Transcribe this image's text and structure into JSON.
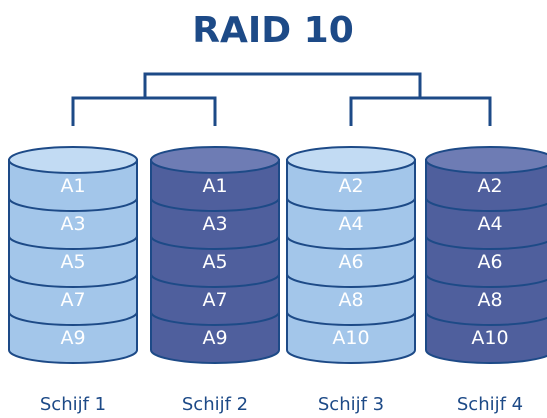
{
  "title": "RAID 10",
  "colors": {
    "title": "#1d4a87",
    "connector": "#1d4a87",
    "outline": "#1d4a87",
    "light_fill": "#a3c6ea",
    "light_top": "#c2dbf3",
    "dark_fill": "#4f5f9d",
    "dark_top": "#6e7cb4",
    "block_text": "#ffffff",
    "label_text": "#1d4a87"
  },
  "disks": [
    {
      "name": "Schijf 1",
      "variant": "light",
      "blocks": [
        "A1",
        "A3",
        "A5",
        "A7",
        "A9"
      ]
    },
    {
      "name": "Schijf 2",
      "variant": "dark",
      "blocks": [
        "A1",
        "A3",
        "A5",
        "A7",
        "A9"
      ]
    },
    {
      "name": "Schijf 3",
      "variant": "light",
      "blocks": [
        "A2",
        "A4",
        "A6",
        "A8",
        "A10"
      ]
    },
    {
      "name": "Schijf 4",
      "variant": "dark",
      "blocks": [
        "A2",
        "A4",
        "A6",
        "A8",
        "A10"
      ]
    }
  ]
}
